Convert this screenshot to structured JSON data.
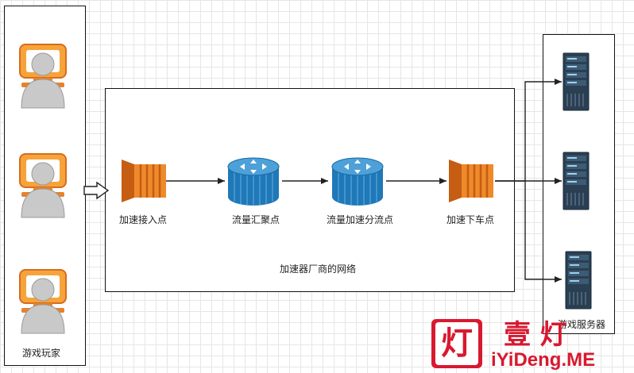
{
  "players_label": "游戏玩家",
  "network_label": "加速器厂商的网络",
  "servers_label": "游戏服务器",
  "nodes": {
    "ingress": "加速接入点",
    "aggregate": "流量汇聚点",
    "split": "流量加速分流点",
    "egress": "加速下车点"
  },
  "watermark": {
    "logo_char": "灯",
    "title": "壹  灯",
    "url": "iYiDeng.ME"
  },
  "colors": {
    "node_orange": "#e8822a",
    "router_blue": "#1f78b8",
    "server_dark": "#2a3f52",
    "watermark_red": "#d8192f"
  }
}
